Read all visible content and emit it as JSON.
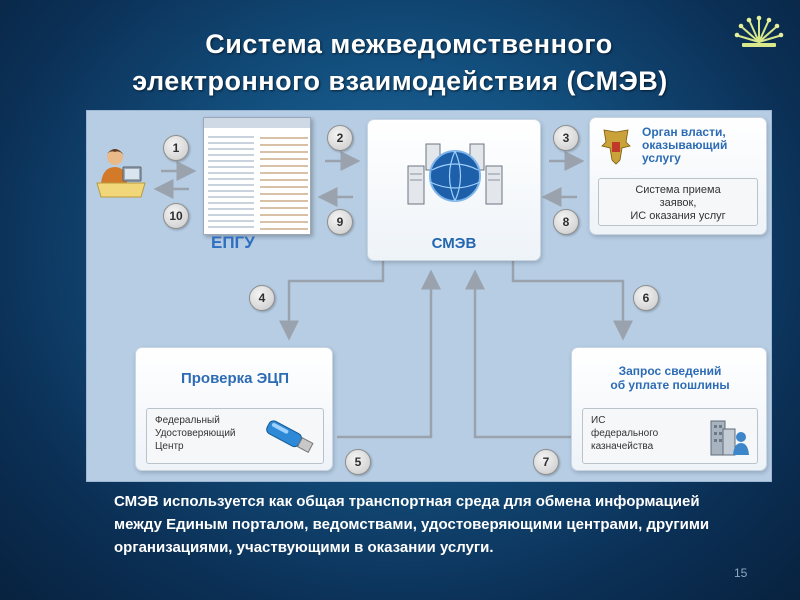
{
  "title": {
    "line1": "Система межведомственного",
    "line2": "электронного взаимодействия (СМЭВ)"
  },
  "diagram": {
    "epgu_label": "ЕПГУ",
    "smev_label": "СМЭВ",
    "authority": {
      "heading": "Орган власти, оказывающий услугу",
      "heading_lines": [
        "Орган власти,",
        "оказывающий",
        "услугу"
      ],
      "system_lines": [
        "Система приема",
        "заявок,",
        "ИС оказания услуг"
      ]
    },
    "ecp": {
      "heading": "Проверка ЭЦП",
      "center_lines": [
        "Федеральный",
        "Удостоверяющий",
        "Центр"
      ]
    },
    "fee": {
      "heading_lines": [
        "Запрос сведений",
        "об уплате пошлины"
      ],
      "treasury_lines": [
        "ИС",
        "федерального",
        "казначейства"
      ]
    },
    "steps": [
      "1",
      "2",
      "3",
      "4",
      "5",
      "6",
      "7",
      "8",
      "9",
      "10"
    ]
  },
  "description": "СМЭВ используется как общая транспортная среда для обмена информацией между Единым порталом, ведомствами, удостоверяющими центрами, другими организациями, участвующими в оказании услуги.",
  "page_number": "15",
  "colors": {
    "background": "#13507f",
    "diagram_bg": "#b6cde4",
    "accent_blue": "#2d6cb5",
    "arrow_gray": "#9aa3ad"
  },
  "icons": [
    "user-at-computer-icon",
    "portal-page-icon",
    "servers-globe-icon",
    "russian-emblem-icon",
    "usb-token-icon",
    "treasury-building-icon",
    "sunburst-logo-icon"
  ]
}
